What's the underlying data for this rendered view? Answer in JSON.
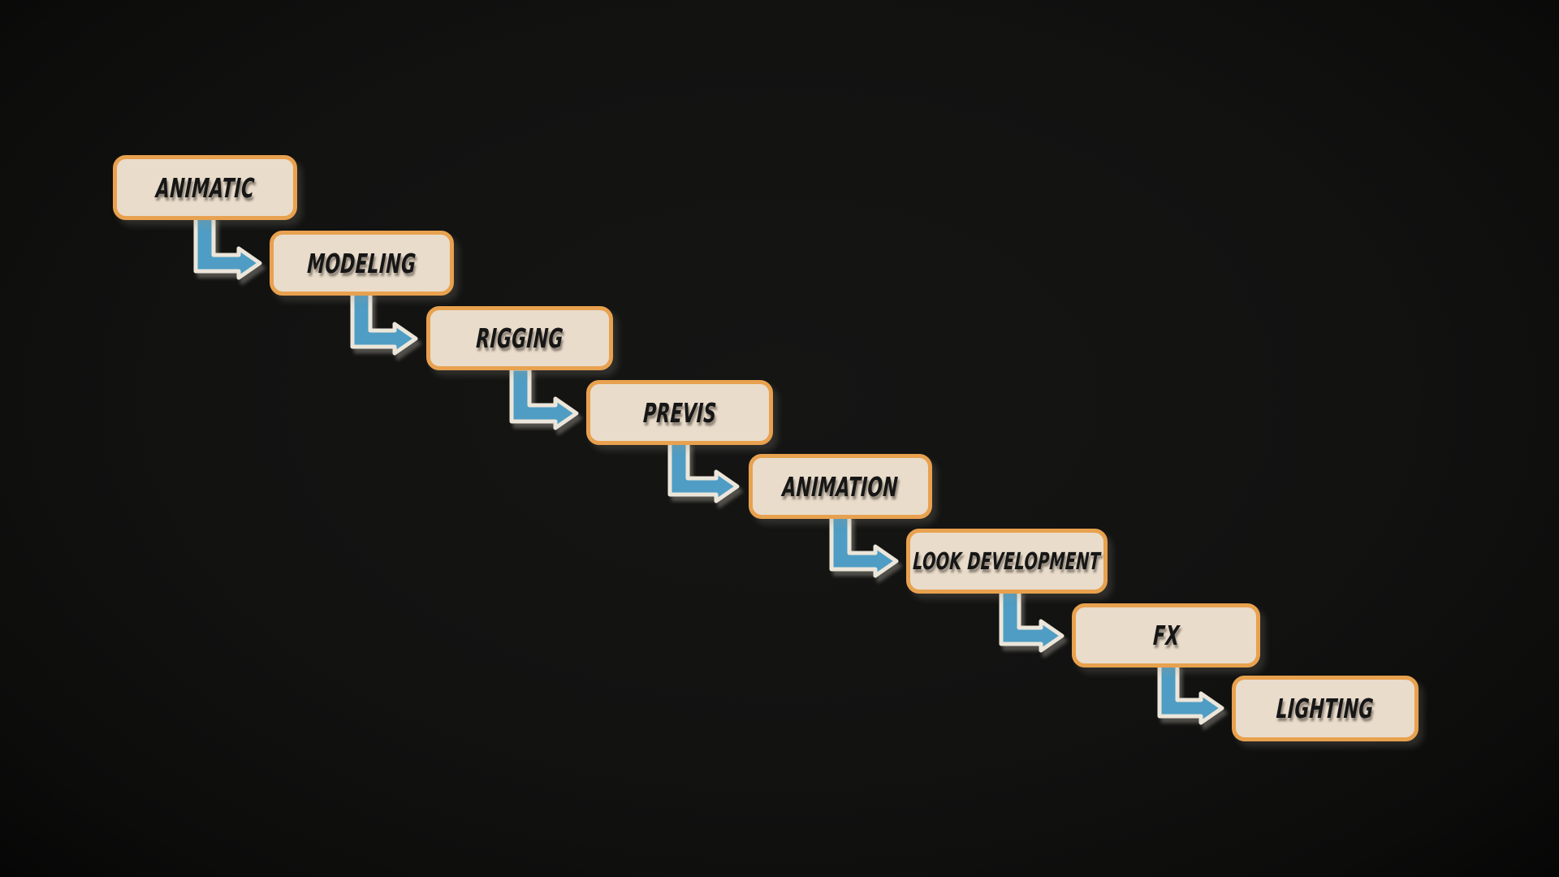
{
  "diagram": {
    "type": "flowchart-staircase",
    "steps": [
      {
        "label": "ANIMATIC"
      },
      {
        "label": "MODELING"
      },
      {
        "label": "RIGGING"
      },
      {
        "label": "PREVIS"
      },
      {
        "label": "ANIMATION"
      },
      {
        "label": "LOOK DEVELOPMENT"
      },
      {
        "label": "FX"
      },
      {
        "label": "LIGHTING"
      }
    ],
    "connector": "elbow-arrow-down-right",
    "colors": {
      "background": "#111110",
      "node_fill": "#e9dccb",
      "node_border": "#e8a14e",
      "node_text": "#161616",
      "arrow_fill": "#4f9dc4",
      "arrow_outline": "#ece6da"
    }
  }
}
